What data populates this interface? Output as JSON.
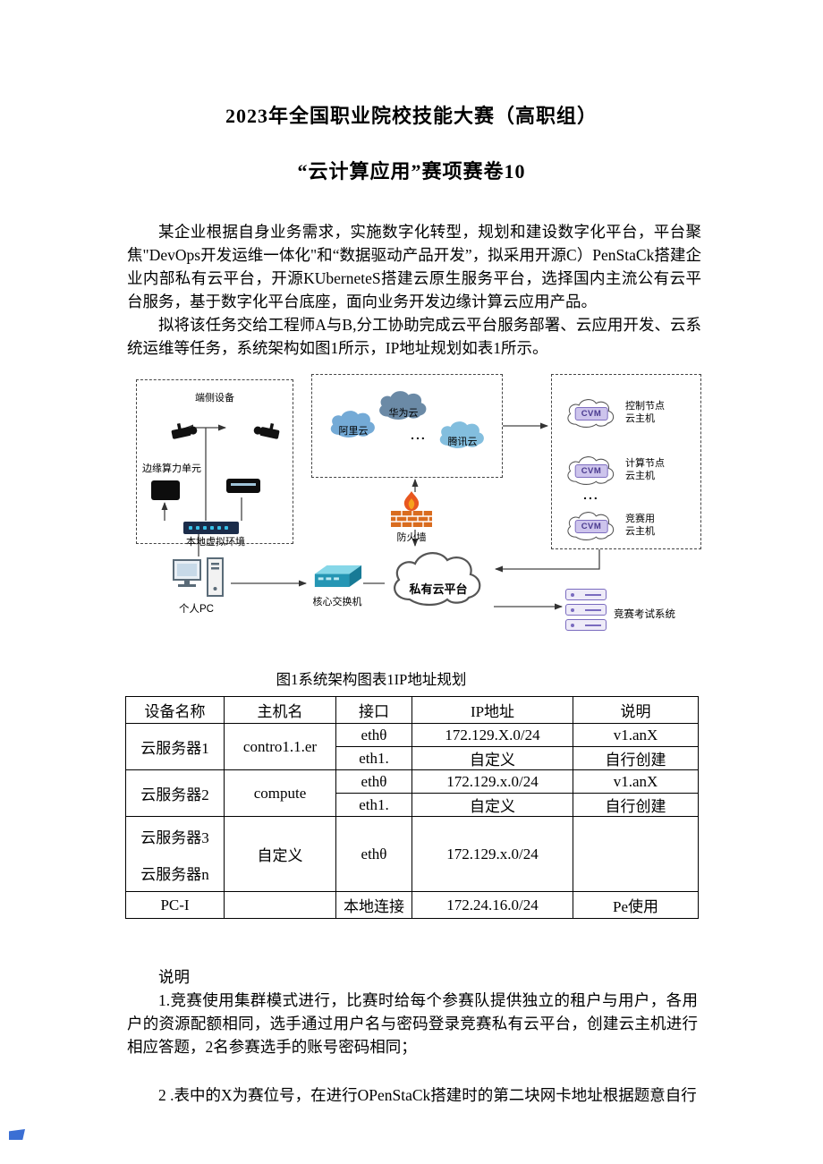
{
  "doc": {
    "title1": "2023年全国职业院校技能大赛（高职组）",
    "title2": "“云计算应用”赛项赛卷10",
    "para1": "某企业根据自身业务需求，实施数字化转型，规划和建设数字化平台，平台聚焦\"DevOps开发运维一体化\"和“数据驱动产品开发”，拟采用开源C）PenStaCk搭建企业内部私有云平台，开源KUberneteS搭建云原生服务平台，选择国内主流公有云平台服务，基于数字化平台底座，面向业务开发边缘计算云应用产品。",
    "para2": "拟将该任务交给工程师A与B,分工协助完成云平台服务部署、云应用开发、云系统运维等任务，系统架构如图1所示，IP地址规划如表1所示。",
    "figure_caption": "图1系统架构图表1IP地址规划"
  },
  "diagram": {
    "edge_box": {
      "title": "端侧设备",
      "edge_unit": "边缘算力单元",
      "local_env": "本地虚拟环境"
    },
    "pc_label": "个人PC",
    "public_clouds": {
      "aliyun": "阿里云",
      "huawei": "华为云",
      "tencent": "腾讯云",
      "ellipsis": "..."
    },
    "firewall": "防火墙",
    "core_switch": "核心交换机",
    "private_cloud": "私有云平台",
    "nodes": [
      {
        "chip": "CVM",
        "line1": "控制节点",
        "line2": "云主机"
      },
      {
        "chip": "CVM",
        "line1": "计算节点",
        "line2": "云主机"
      },
      {
        "chip": "CVM",
        "line1": "竞赛用",
        "line2": "云主机"
      }
    ],
    "nodes_ellipsis": "...",
    "exam_system": "竞赛考试系统"
  },
  "table": {
    "headers": [
      "设备名称",
      "主机名",
      "接口",
      "IP地址",
      "说明"
    ],
    "r1": {
      "device": "云服务器1",
      "host": "contro1.1.er",
      "if_a": "ethθ",
      "ip_a": "172.129.X.0/24",
      "note_a": "v1.anX",
      "if_b": "eth1.",
      "ip_b": "自定义",
      "note_b": "自行创建"
    },
    "r2": {
      "device": "云服务器2",
      "host": "compute",
      "if_a": "ethθ",
      "ip_a": "172.129.x.0/24",
      "note_a": "v1.anX",
      "if_b": "eth1.",
      "ip_b": "自定义",
      "note_b": "自行创建"
    },
    "r3": {
      "device_top": "云服务器3",
      "device_bottom": "云服务器n",
      "host": "自定义",
      "if_a": "ethθ",
      "ip_a": "172.129.x.0/24",
      "note_a": ""
    },
    "r4": {
      "device": "PC-I",
      "host": "",
      "if_a": "本地连接",
      "ip_a": "172.24.16.0/24",
      "note_a": "Pe使用"
    }
  },
  "notes": {
    "heading": "说明",
    "item1": "1.竞赛使用集群模式进行，比赛时给每个参赛队提供独立的租户与用户，各用户的资源配额相同，选手通过用户名与密码登录竞赛私有云平台，创建云主机进行相应答题，2名参赛选手的账号密码相同；",
    "item2": "2 .表中的X为赛位号，在进行OPenStaCk搭建时的第二块网卡地址根据题意自行"
  }
}
